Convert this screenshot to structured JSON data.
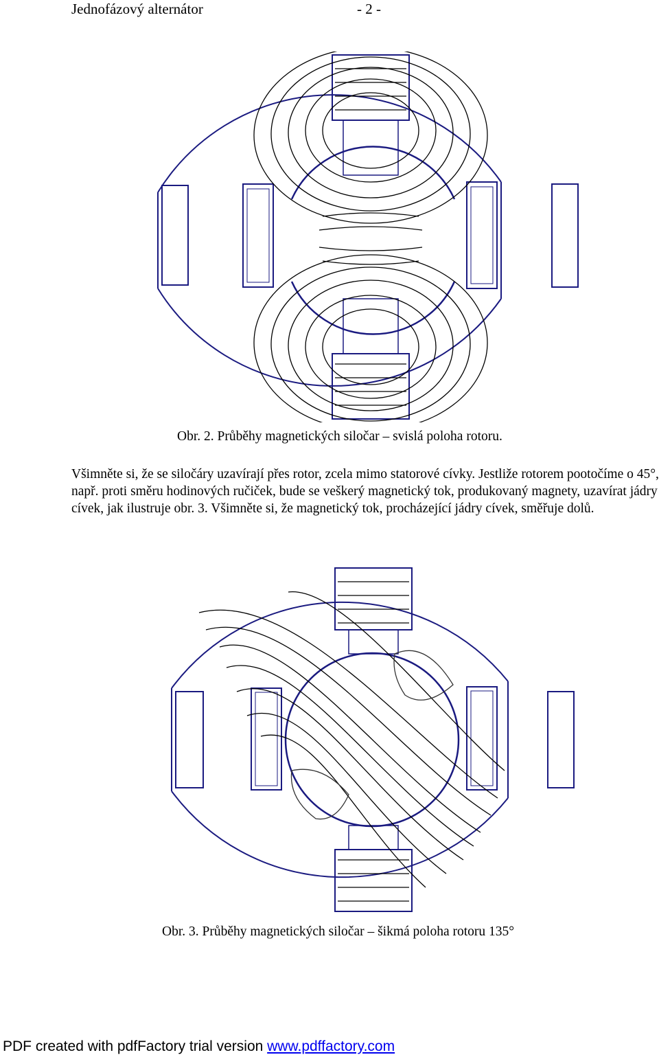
{
  "header": {
    "title": "Jednofázový alternátor",
    "page": "- 2 -"
  },
  "figure1": {
    "caption": "Obr. 2. Průběhy magnetických siločar – svislá poloha rotoru."
  },
  "paragraph": "Všimněte si, že se siločáry uzavírají přes rotor, zcela mimo statorové cívky. Jestliže rotorem pootočíme o 45°, např. proti směru hodinových ručiček, bude se veškerý magnetický tok, produkovaný magnety, uzavírat jádry cívek, jak ilustruje obr. 3. Všimněte si, že magnetický tok, procházející jádry cívek, směřuje dolů.",
  "figure2": {
    "caption": "Obr. 3. Průběhy magnetických siločar – šikmá poloha rotoru 135°"
  },
  "footer": {
    "text": "PDF created with pdfFactory trial version ",
    "link": "www.pdffactory.com"
  },
  "colors": {
    "outline": "#1a1a80",
    "field_lines": "#000000",
    "link": "#0000ee"
  }
}
